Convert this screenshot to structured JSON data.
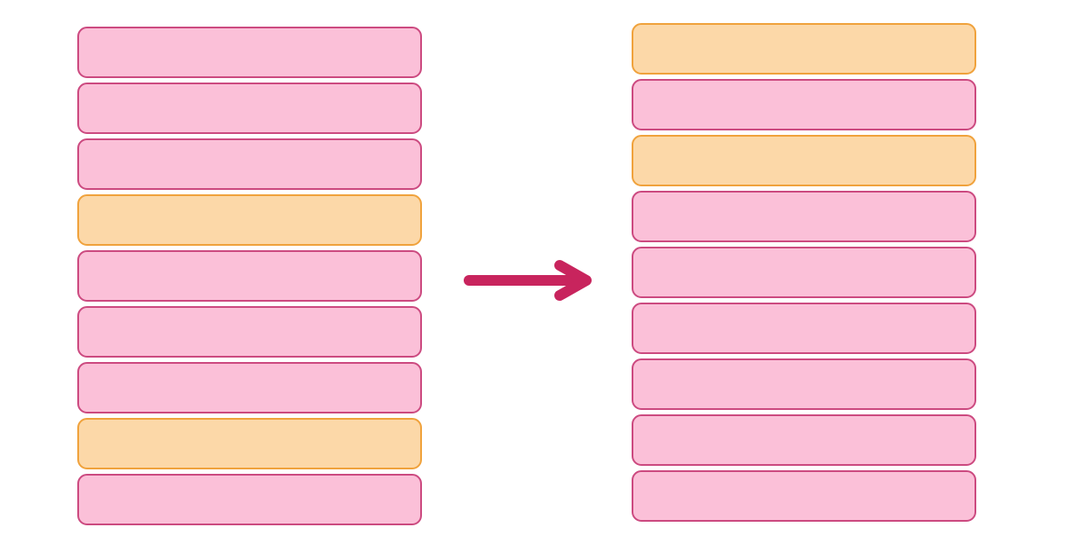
{
  "colors": {
    "pink_fill": "#fbc0d8",
    "pink_border": "#cc4a80",
    "orange_fill": "#fcd8a8",
    "orange_border": "#f0a23c",
    "arrow": "#c8245d"
  },
  "diagram": {
    "before": {
      "bars": [
        "pink",
        "pink",
        "pink",
        "orange",
        "pink",
        "pink",
        "pink",
        "orange",
        "pink"
      ]
    },
    "arrow": {
      "icon": "right-arrow-icon"
    },
    "after": {
      "bars": [
        "orange",
        "pink",
        "orange",
        "pink",
        "pink",
        "pink",
        "pink",
        "pink",
        "pink"
      ]
    }
  }
}
